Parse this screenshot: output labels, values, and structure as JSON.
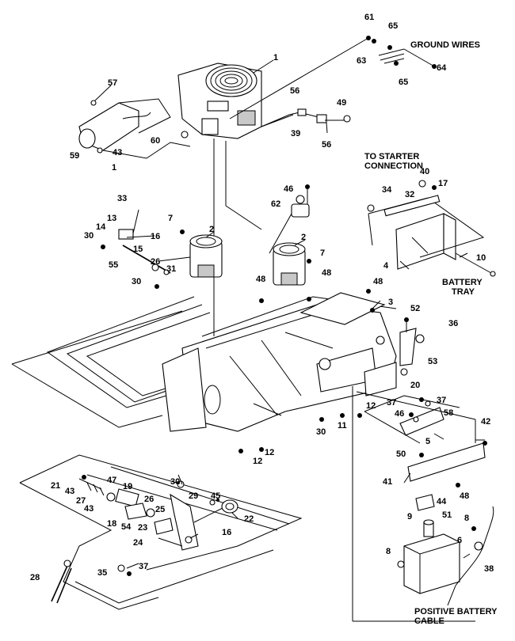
{
  "callouts": {
    "c1": "1",
    "c1b": "1",
    "c2a": "2",
    "c2b": "2",
    "c3": "3",
    "c4": "4",
    "c5": "5",
    "c6": "6",
    "c7a": "7",
    "c7b": "7",
    "c8a": "8",
    "c8b": "8",
    "c9": "9",
    "c10": "10",
    "c11": "11",
    "c12a": "12",
    "c12b": "12",
    "c12c": "12",
    "c13": "13",
    "c14": "14",
    "c15": "15",
    "c16a": "16",
    "c16b": "16",
    "c17": "17",
    "c18": "18",
    "c19": "19",
    "c20": "20",
    "c21": "21",
    "c22": "22",
    "c23": "23",
    "c24": "24",
    "c25": "25",
    "c26a": "26",
    "c26b": "26",
    "c27": "27",
    "c28": "28",
    "c29": "29",
    "c30a": "30",
    "c30b": "30",
    "c30c": "30",
    "c30d": "30",
    "c31": "31",
    "c32": "32",
    "c33": "33",
    "c34": "34",
    "c35": "35",
    "c36": "36",
    "c37a": "37",
    "c37b": "37",
    "c37c": "37",
    "c38": "38",
    "c39": "39",
    "c40": "40",
    "c41": "41",
    "c42": "42",
    "c43a": "43",
    "c43b": "43",
    "c43c": "43",
    "c44": "44",
    "c45": "45",
    "c46a": "46",
    "c46b": "46",
    "c47": "47",
    "c48a": "48",
    "c48b": "48",
    "c48c": "48",
    "c48d": "48",
    "c49": "49",
    "c50": "50",
    "c51": "51",
    "c52": "52",
    "c53": "53",
    "c54": "54",
    "c55": "55",
    "c56a": "56",
    "c56b": "56",
    "c57": "57",
    "c58": "58",
    "c59": "59",
    "c60": "60",
    "c61": "61",
    "c62": "62",
    "c63": "63",
    "c64": "64",
    "c65a": "65",
    "c65b": "65"
  },
  "labels": {
    "ground_wires": "GROUND WIRES",
    "to_starter_1": "TO STARTER",
    "to_starter_2": "CONNECTION",
    "battery_1": "BATTERY",
    "battery_2": "TRAY",
    "positive_1": "POSITIVE BATTERY",
    "positive_2": "CABLE"
  }
}
